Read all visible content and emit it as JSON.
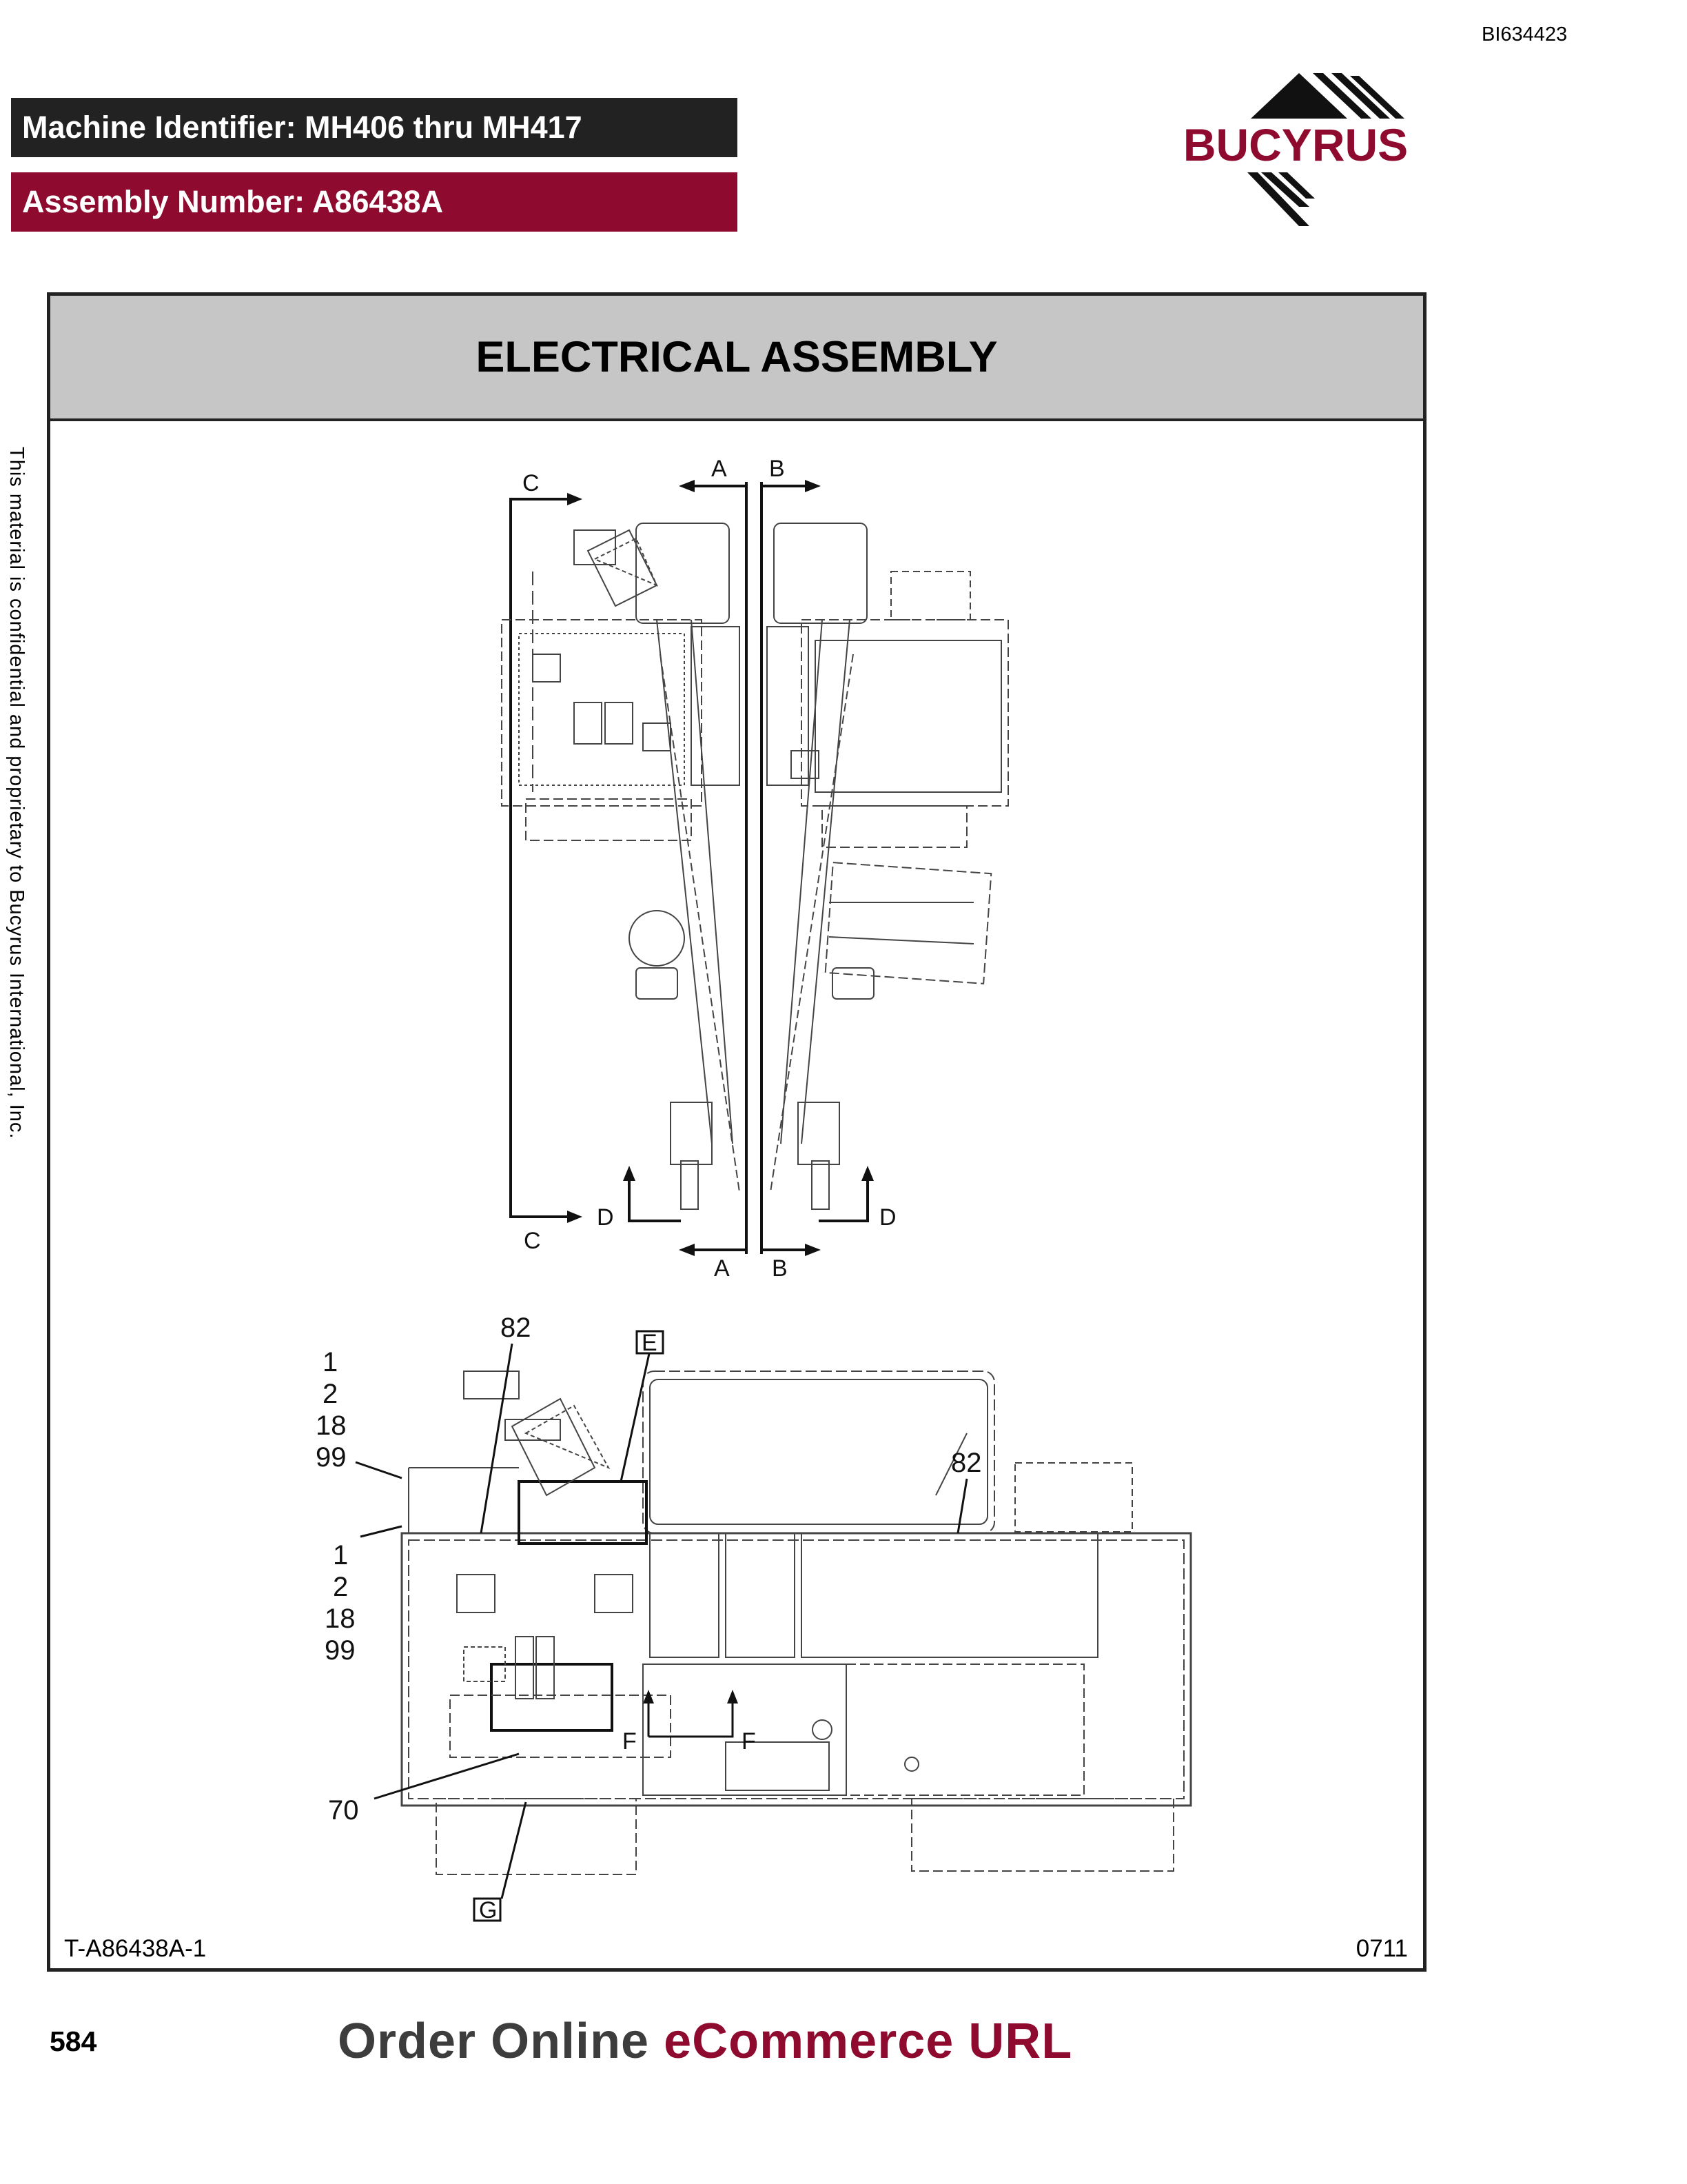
{
  "doc_id": "BI634423",
  "machine_identifier": "Machine Identifier: MH406 thru MH417",
  "assembly_number": "Assembly Number: A86438A",
  "logo_text": "BUCYRUS",
  "title": "ELECTRICAL ASSEMBLY",
  "figure_number": "T-A86438A-1",
  "figure_date": "0711",
  "confidential_note": "This material is confidential and proprietary to Bucyrus International, Inc.",
  "page_number": "584",
  "order_online_part1": "Order Online ",
  "order_online_part2": "eCommerce URL",
  "colors": {
    "band_dark": "#222222",
    "band_accent": "#8e0a2e",
    "title_bar": "#c6c6c6"
  },
  "section_labels": {
    "a_top": "A",
    "b_top": "B",
    "c_top": "C",
    "a_bottom": "A",
    "b_bottom": "B",
    "c_bottom": "C",
    "d_left": "D",
    "d_right": "D",
    "f_left": "F",
    "f_right": "F"
  },
  "detail_labels": {
    "e": "E",
    "g": "G"
  },
  "callouts": {
    "c82_left": "82",
    "c82_right": "82",
    "c70": "70",
    "group1": [
      "1",
      "2",
      "18",
      "99"
    ],
    "group2": [
      "1",
      "2",
      "18",
      "99"
    ]
  }
}
